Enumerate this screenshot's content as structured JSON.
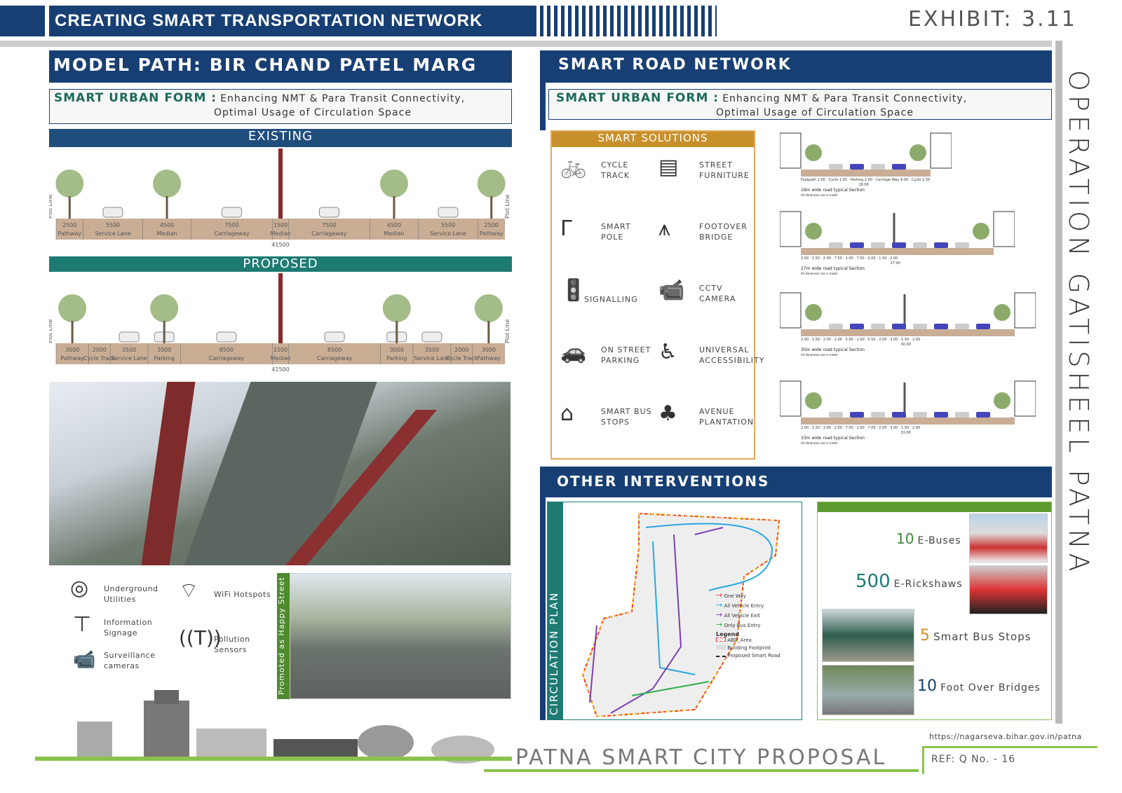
{
  "header": {
    "title": "CREATING SMART TRANSPORTATION NETWORK",
    "exhibit": "EXHIBIT: 3.11"
  },
  "left": {
    "title": "MODEL PATH: BIR CHAND PATEL MARG",
    "subtitle_bold": "SMART URBAN FORM :",
    "subtitle_text_1": "Enhancing NMT & Para Transit Connectivity,",
    "subtitle_text_2": "Optimal Usage of Circulation Space",
    "existing": {
      "label": "EXISTING",
      "total": "41500",
      "plot_line": "Plot Line",
      "segments": [
        {
          "w": "2500",
          "n": "Pathway"
        },
        {
          "w": "5500",
          "n": "Service Lane"
        },
        {
          "w": "4500",
          "n": "Median"
        },
        {
          "w": "7500",
          "n": "Carriageway"
        },
        {
          "w": "1500",
          "n": "Median"
        },
        {
          "w": "7500",
          "n": "Carriageway"
        },
        {
          "w": "4500",
          "n": "Median"
        },
        {
          "w": "5500",
          "n": "Service Lane"
        },
        {
          "w": "2500",
          "n": "Pathway"
        }
      ]
    },
    "proposed": {
      "label": "PROPOSED",
      "total": "41500",
      "plot_line": "Plot Line",
      "segments": [
        {
          "w": "3000",
          "n": "Pathway"
        },
        {
          "w": "2000",
          "n": "Cycle Track"
        },
        {
          "w": "3500",
          "n": "Service Lane"
        },
        {
          "w": "3000",
          "n": "Parking"
        },
        {
          "w": "8500",
          "n": "Carriageway"
        },
        {
          "w": "1500",
          "n": "Median"
        },
        {
          "w": "8500",
          "n": "Carriageway"
        },
        {
          "w": "3000",
          "n": "Parking"
        },
        {
          "w": "3500",
          "n": "Service Lane"
        },
        {
          "w": "2000",
          "n": "Cycle Track"
        },
        {
          "w": "3000",
          "n": "Pathway"
        }
      ]
    },
    "features": [
      {
        "icon": "utilities-icon",
        "label1": "Underground",
        "label2": "Utilities"
      },
      {
        "icon": "wifi-icon",
        "label1": "WiFi Hotspots",
        "label2": ""
      },
      {
        "icon": "signage-icon",
        "label1": "Information",
        "label2": "Signage"
      },
      {
        "icon": "sensor-icon",
        "label1": "Pollution",
        "label2": "Sensors"
      },
      {
        "icon": "camera-icon",
        "label1": "Surveillance",
        "label2": "cameras"
      }
    ],
    "happy_street": "Promoted as Happy Street"
  },
  "right": {
    "title": "SMART ROAD NETWORK",
    "subtitle_bold": "SMART URBAN FORM :",
    "subtitle_text_1": "Enhancing NMT & Para Transit Connectivity,",
    "subtitle_text_2": "Optimal Usage of Circulation Space",
    "solutions_title": "SMART SOLUTIONS",
    "solutions": [
      {
        "icon": "cycle-icon",
        "glyph": "🚲",
        "l1": "CYCLE",
        "l2": "TRACK"
      },
      {
        "icon": "bench-icon",
        "glyph": "▤",
        "l1": "STREET",
        "l2": "FURNITURE"
      },
      {
        "icon": "pole-icon",
        "glyph": "Γ",
        "l1": "SMART",
        "l2": "POLE"
      },
      {
        "icon": "bridge-icon",
        "glyph": "⩚",
        "l1": "FOOTOVER",
        "l2": "BRIDGE"
      },
      {
        "icon": "signal-icon",
        "glyph": "🚦",
        "l1": "SIGNALLING",
        "l2": ""
      },
      {
        "icon": "cctv-icon",
        "glyph": "📹",
        "l1": "CCTV",
        "l2": "CAMERA"
      },
      {
        "icon": "parking-icon",
        "glyph": "🚗",
        "l1": "ON STREET",
        "l2": "PARKING"
      },
      {
        "icon": "accessibility-icon",
        "glyph": "♿",
        "l1": "UNIVERSAL",
        "l2": "ACCESSIBILITY"
      },
      {
        "icon": "bus-stop-icon",
        "glyph": "⌂",
        "l1": "SMART BUS",
        "l2": "STOPS"
      },
      {
        "icon": "tree-icon",
        "glyph": "♣",
        "l1": "AVENUE",
        "l2": "PLANTATION"
      }
    ],
    "sections": [
      {
        "caption": "18m wide road typical Section",
        "note": "All dimension are in meter",
        "dims": "Footpath 2.00 · Cycle 1.50 · Parking 2.00 · Carriage Way 9.00 · Cycle 1.50 · Footpath 2.00",
        "total": "18.00"
      },
      {
        "caption": "27m wide road typical Section",
        "note": "All dimension are in meter",
        "dims": "2.00 · 1.50 · 2.00 · 7.50 · 1.00 · 7.50 · 2.00 · 1.50 · 2.00",
        "total": "27.00"
      },
      {
        "caption": "30m wide road typical Section",
        "note": "All dimension are in meter",
        "dims": "2.00 · 1.50 · 3.00 · 2.00 · 5.50 · 1.00 · 5.50 · 2.00 · 3.00 · 1.50 · 2.00",
        "total": "30.00"
      },
      {
        "caption": "33m wide road typical Section",
        "note": "All dimension are in meter",
        "dims": "2.00 · 1.50 · 3.00 · 2.00 · 7.00 · 1.00 · 7.00 · 2.00 · 3.00 · 1.50 · 2.00",
        "total": "33.00"
      }
    ],
    "other_title": "OTHER INTERVENTIONS",
    "circulation_label": "CIRCULATION PLAN",
    "map_arrows": [
      {
        "label": "One Way",
        "color": "#e83c3c"
      },
      {
        "label": "All Vehicle Entry",
        "color": "#29a8e0"
      },
      {
        "label": "All Vehicle Exit",
        "color": "#7b3fb0"
      },
      {
        "label": "Only Bus Entry",
        "color": "#2fae4a"
      }
    ],
    "legend_title": "Legend",
    "legend": [
      "ABD_Area",
      "Building Footprint",
      "Proposed Smart Road"
    ],
    "interventions": [
      {
        "count": "10",
        "label": "E-Buses"
      },
      {
        "count": "500",
        "label": "E-Rickshaws"
      },
      {
        "count": "5",
        "label": "Smart Bus Stops"
      },
      {
        "count": "10",
        "label": "Foot Over Bridges"
      }
    ]
  },
  "side_title": "OPERATION GATISHEEL PATNA",
  "footer": {
    "title": "PATNA SMART CITY PROPOSAL",
    "url": "https://nagarseva.bihar.gov.in/patna",
    "ref": "REF: Q No. - 16"
  }
}
